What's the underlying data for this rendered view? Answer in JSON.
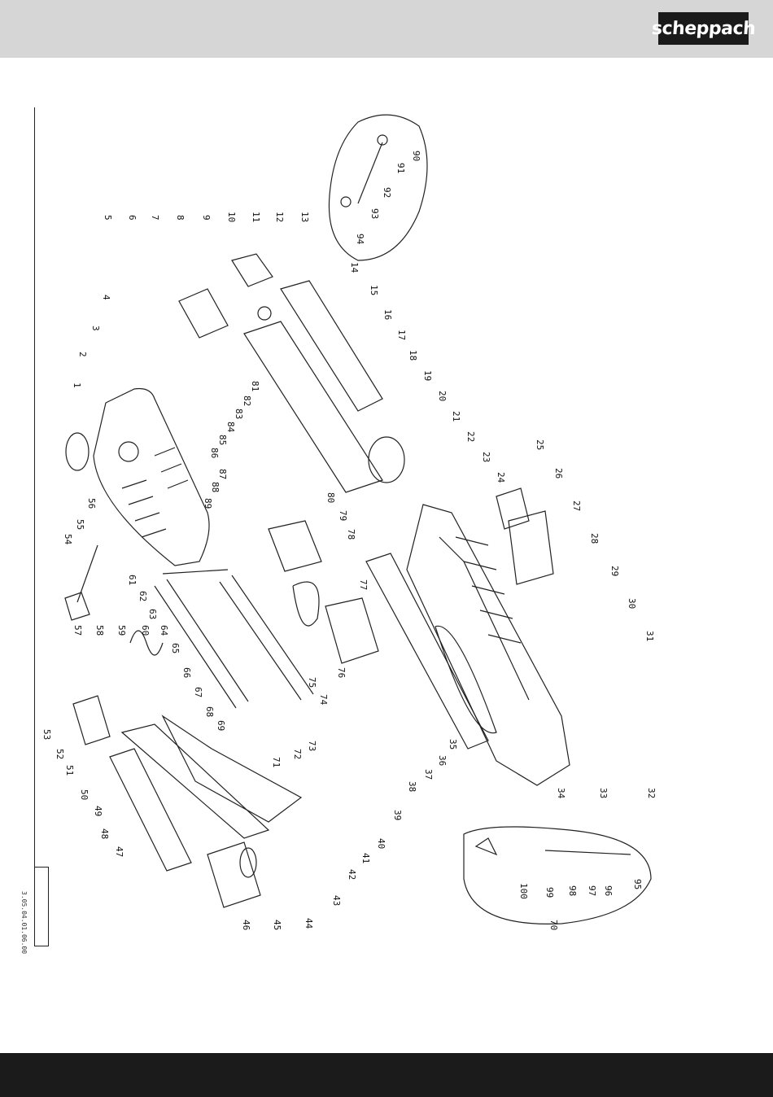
{
  "brand": {
    "name": "scheppach",
    "bg_color": "#1a1a1a",
    "fg_color": "#ffffff"
  },
  "header": {
    "bg_color": "#d6d6d6"
  },
  "footer": {
    "bg_color": "#1b1b1b"
  },
  "drawing": {
    "doc_code": "3.05.04.01.06.00",
    "parts": [
      "1",
      "2",
      "3",
      "4",
      "5",
      "6",
      "7",
      "8",
      "9",
      "10",
      "11",
      "12",
      "13",
      "14",
      "15",
      "16",
      "17",
      "18",
      "19",
      "20",
      "21",
      "22",
      "23",
      "24",
      "25",
      "26",
      "27",
      "28",
      "29",
      "30",
      "31",
      "32",
      "33",
      "34",
      "35",
      "36",
      "37",
      "38",
      "39",
      "40",
      "41",
      "42",
      "43",
      "44",
      "45",
      "46",
      "47",
      "48",
      "49",
      "50",
      "51",
      "52",
      "53",
      "54",
      "55",
      "56",
      "57",
      "58",
      "59",
      "60",
      "61",
      "62",
      "63",
      "64",
      "65",
      "66",
      "67",
      "68",
      "69",
      "70",
      "71",
      "72",
      "73",
      "74",
      "75",
      "76",
      "77",
      "78",
      "79",
      "80",
      "81",
      "82",
      "83",
      "84",
      "85",
      "86",
      "87",
      "88",
      "89",
      "90",
      "91",
      "92",
      "93",
      "94",
      "95",
      "96",
      "97",
      "98",
      "99",
      "100"
    ]
  }
}
